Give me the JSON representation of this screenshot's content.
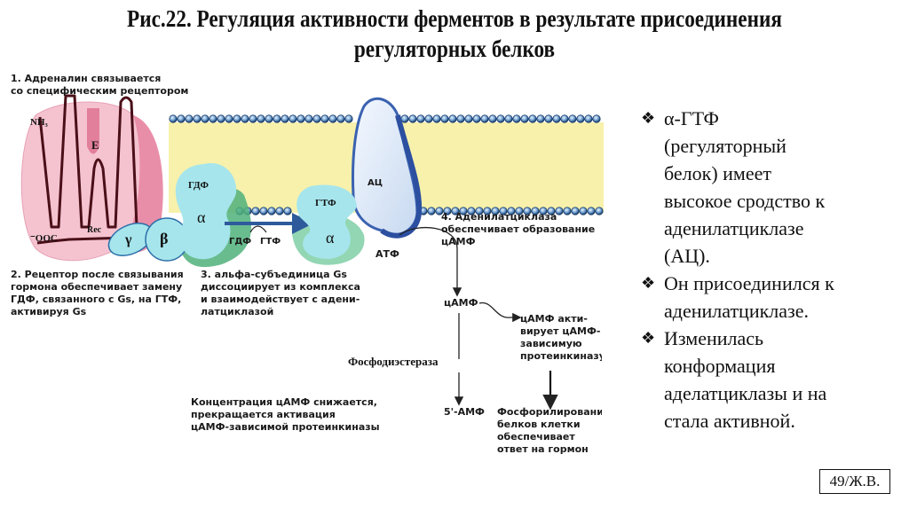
{
  "title": {
    "line1": "Рис.22. Регуляция активности ферментов в результате присоединения",
    "line2": "регуляторных белков"
  },
  "diagram": {
    "step1": [
      "1. Адреналин связывается",
      "со специфическим рецептором"
    ],
    "receptor": {
      "nh3": "NH₃",
      "e": "E",
      "rec": "Rec",
      "ooc": "⁻OOC"
    },
    "g_protein": {
      "gdp": "ГДФ",
      "alpha": "α",
      "beta": "β",
      "gamma": "γ"
    },
    "exchange": {
      "gdp": "ГДФ",
      "gtp": "ГТФ"
    },
    "alpha_gtp": {
      "gtp": "ГТФ",
      "alpha": "α"
    },
    "ac": "АЦ",
    "atp": "АТФ",
    "step2": [
      "2. Рецептор после связывания",
      "гормона обеспечивает замену",
      "ГДФ, связанного с Gs, на ГТФ,",
      "активируя Gs"
    ],
    "step3": [
      "3. альфа-субъединица Gs",
      "диссоциирует из комплекса",
      "и взаимодействует с адени-",
      "латциклазой"
    ],
    "step4": [
      "4. Аденилатциклаза",
      "обеспечивает образование",
      "цАМФ"
    ],
    "camp": "цАМФ",
    "pka_activation": [
      "цАМФ акти-",
      "вирует цАМФ-",
      "зависимую",
      "протеинкиназу"
    ],
    "phosphodiesterase": "Фосфодиэстераза",
    "amp5": "5'-АМФ",
    "phosphorylation": [
      "Фосфорилирование",
      "белков клетки",
      "обеспечивает",
      "ответ на гормон"
    ],
    "concentration": [
      "Концентрация цАМФ снижается,",
      "прекращается активация",
      "цАМФ-зависимой протеинкиназы"
    ]
  },
  "bullets": [
    {
      "icon": "diamond-bullet-icon",
      "lines": [
        "α-ГТФ",
        "(регуляторный",
        "белок) имеет",
        "высокое сродство к",
        "аденилатциклазе",
        "(АЦ)."
      ]
    },
    {
      "icon": "diamond-bullet-icon",
      "lines": [
        "Он присоединился к",
        "аденилатциклазе."
      ]
    },
    {
      "icon": "diamond-bullet-icon",
      "lines": [
        "Изменилась",
        "конформация",
        "аделатциклазы и на",
        "стала активной."
      ]
    }
  ],
  "bullet_mark": "❖",
  "page_number": "49/Ж.В.",
  "colors": {
    "membrane_yellow": "#f6ef9e",
    "bead_blue": "#2f5f9a",
    "receptor_pink": "#f2b8c8",
    "protein_cyan": "#9fe3ea",
    "ac_blue": "#dfe9f7",
    "arrow_blue": "#2e5a9c",
    "green": "#3f9a63"
  }
}
